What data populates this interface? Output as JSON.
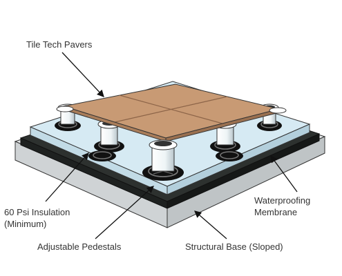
{
  "labels": {
    "tile_pavers": "Tile Tech Pavers",
    "insulation_line1": "60 Psi Insulation",
    "insulation_line2": "(Minimum)",
    "pedestals": "Adjustable Pedestals",
    "membrane_line1": "Waterproofing",
    "membrane_line2": "Membrane",
    "structural_base": "Structural Base (Sloped)"
  },
  "colors": {
    "paver": "#c89a74",
    "paver_edge": "#a97d5a",
    "insulation": "#d6eaf3",
    "membrane": "#2d312f",
    "base": "#d9dcdd",
    "outline": "#333333"
  }
}
